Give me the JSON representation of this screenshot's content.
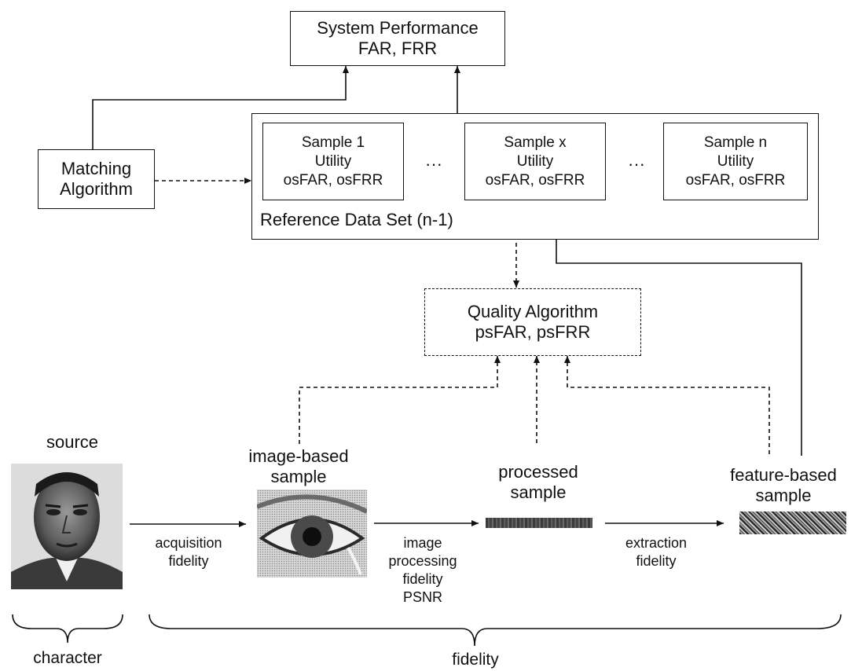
{
  "system_performance": {
    "title": "System Performance",
    "metrics": "FAR, FRR"
  },
  "matching_algorithm": {
    "line1": "Matching",
    "line2": "Algorithm"
  },
  "reference_set": {
    "label": "Reference Data Set (n-1)",
    "ellipsis": "···",
    "samples": [
      {
        "name": "Sample 1",
        "utility": "Utility",
        "metrics": "osFAR, osFRR"
      },
      {
        "name": "Sample x",
        "utility": "Utility",
        "metrics": "osFAR, osFRR"
      },
      {
        "name": "Sample n",
        "utility": "Utility",
        "metrics": "osFAR, osFRR"
      }
    ]
  },
  "quality_algorithm": {
    "title": "Quality Algorithm",
    "metrics": "psFAR, psFRR"
  },
  "stages": {
    "source": "source",
    "image_based": [
      "image-based",
      "sample"
    ],
    "processed": [
      "processed",
      "sample"
    ],
    "feature_based": [
      "feature-based",
      "sample"
    ]
  },
  "transitions": {
    "acquisition": [
      "acquisition",
      "fidelity"
    ],
    "image_processing": [
      "image",
      "processing",
      "fidelity",
      "PSNR"
    ],
    "extraction": [
      "extraction",
      "fidelity"
    ]
  },
  "braces": {
    "character": "character",
    "fidelity": "fidelity"
  },
  "colors": {
    "line": "#111111",
    "background": "#ffffff"
  }
}
